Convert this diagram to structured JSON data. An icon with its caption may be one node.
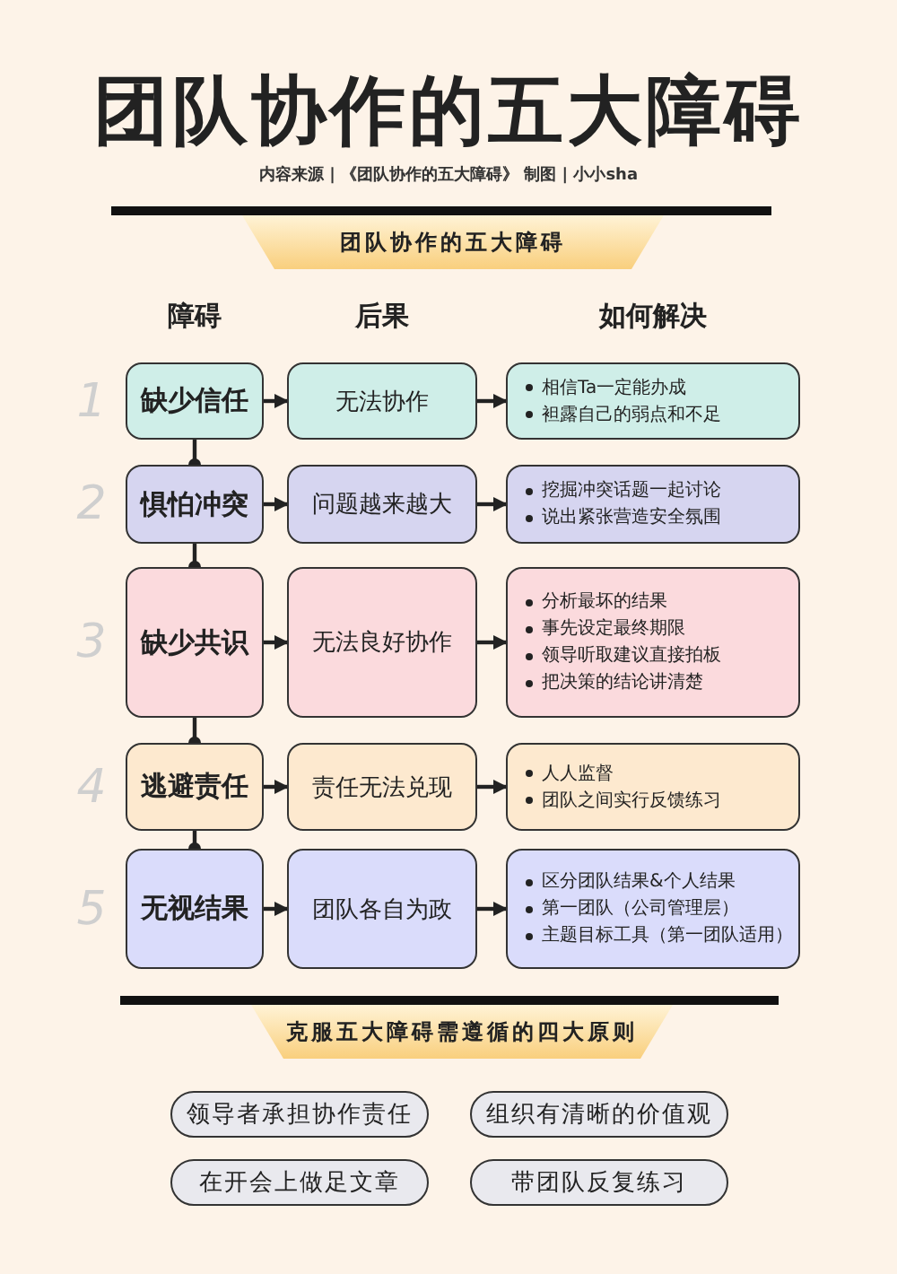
{
  "diagram": {
    "title": "团队协作的五大障碍",
    "nodes": [
      {
        "text": [
          "团队协作的五大障碍"
        ]
      },
      {
        "text": [
          "缺少信任"
        ],
        "beside": [
          "1"
        ]
      },
      {
        "text": [
          "无法协作"
        ]
      },
      {
        "text": [
          "相信Ta一定能办成",
          "袒露自己的弱点和不足"
        ]
      },
      {
        "text": [
          "惧怕冲突"
        ],
        "beside": [
          "2"
        ]
      },
      {
        "text": [
          "问题越来越大"
        ]
      },
      {
        "text": [
          "挖掘冲突话题一起讨论",
          "说出紧张营造安全氛围"
        ]
      },
      {
        "text": [
          "缺少共识"
        ],
        "beside": [
          "3"
        ]
      },
      {
        "text": [
          "无法良好协作"
        ]
      },
      {
        "text": [
          "分析最坏的结果",
          "事先设定最终期限",
          "领导听取建议直接拍板",
          "把决策的结论讲清楚"
        ]
      },
      {
        "text": [
          "逃避责任"
        ],
        "beside": [
          "4"
        ]
      },
      {
        "text": [
          "责任无法兑现"
        ]
      },
      {
        "text": [
          "人人监督",
          "团队之间实行反馈练习"
        ]
      },
      {
        "text": [
          "无视结果"
        ],
        "beside": [
          "5"
        ]
      },
      {
        "text": [
          "团队各自为政"
        ]
      },
      {
        "text": [
          "区分团队结果&个人结果",
          "第一团队（公司管理层）",
          "主题目标工具（第一团队适用）"
        ]
      },
      {
        "text": [
          "克服五大障碍需遵循的四大原则"
        ]
      },
      {
        "text": [
          "领导者承担协作责任"
        ]
      },
      {
        "text": [
          "组织有清晰的价值观"
        ]
      },
      {
        "text": [
          "在开会上做足文章"
        ]
      },
      {
        "text": [
          "带团队反复练习"
        ]
      }
    ],
    "edges": [
      {
        "from": 1,
        "to": 2,
        "arrow": "to"
      },
      {
        "from": 2,
        "to": 3,
        "arrow": "to"
      },
      {
        "from": 4,
        "to": 5,
        "arrow": "to"
      },
      {
        "from": 5,
        "to": 6,
        "arrow": "to"
      },
      {
        "from": 7,
        "to": 8,
        "arrow": "to"
      },
      {
        "from": 8,
        "to": 9,
        "arrow": "to"
      },
      {
        "from": 10,
        "to": 11,
        "arrow": "to"
      },
      {
        "from": 11,
        "to": 12,
        "arrow": "to"
      },
      {
        "from": 13,
        "to": 14,
        "arrow": "to"
      },
      {
        "from": 14,
        "to": 15,
        "arrow": "to"
      },
      {
        "from": 1,
        "to": 4,
        "arrow": "other"
      },
      {
        "from": 4,
        "to": 7,
        "arrow": "other"
      },
      {
        "from": 7,
        "to": 10,
        "arrow": "other"
      },
      {
        "from": 10,
        "to": 13,
        "arrow": "other"
      }
    ],
    "labels": [
      "内容来源 | 《团队协作的五大障碍》 制图 | 小小sha",
      "障碍",
      "后果",
      "如何解决"
    ]
  }
}
